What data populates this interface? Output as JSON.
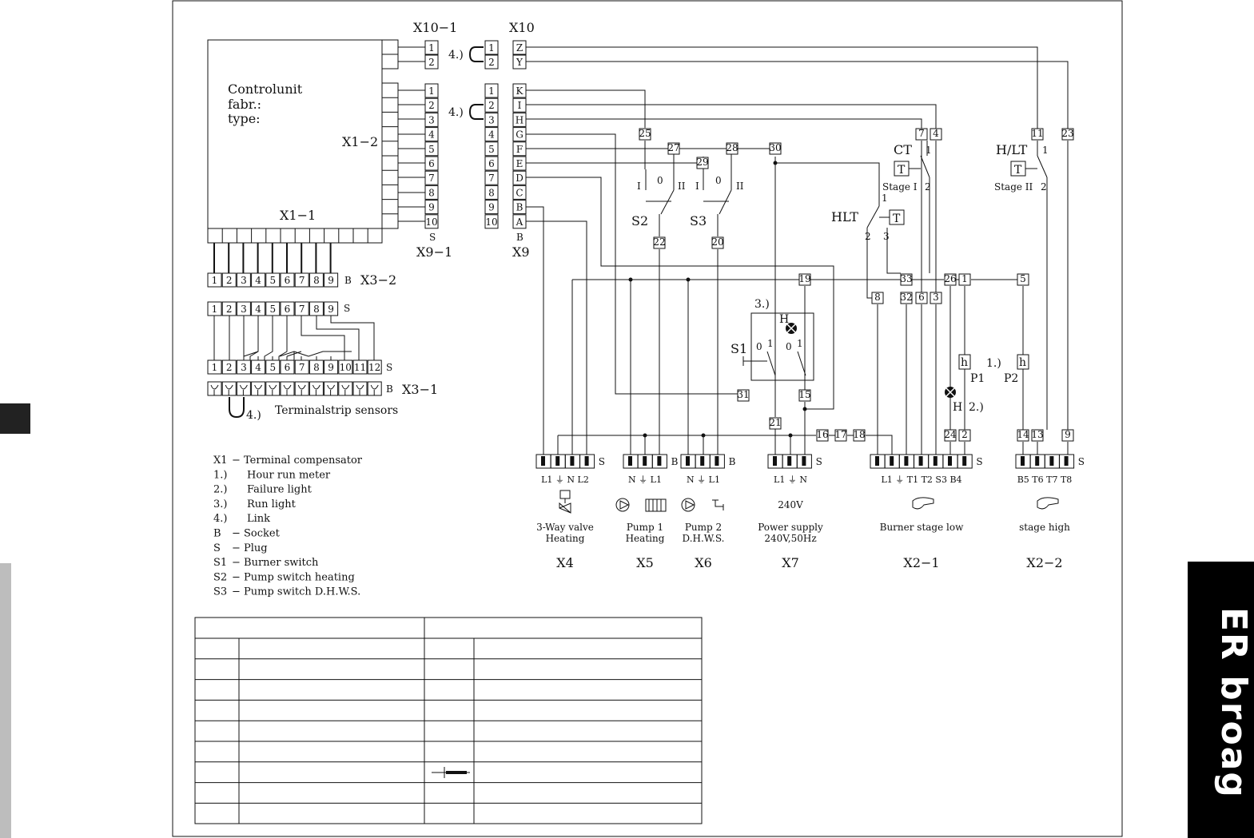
{
  "brand": "ER broag",
  "controlunit": {
    "title": "Controlunit",
    "fabr": "fabr.:",
    "type": "type:",
    "x1_1": "X1−1",
    "x1_2": "X1−2"
  },
  "connectors": {
    "x10_1": "X10−1",
    "x10": "X10",
    "x9_1": "X9−1",
    "x9": "X9",
    "x3_2": "X3−2",
    "x3_1": "X3−1",
    "x10_left_pins": [
      "1",
      "2"
    ],
    "x10_right_pins": [
      "Z",
      "Y"
    ],
    "x9_pin_numbers": [
      "1",
      "2",
      "3",
      "4",
      "5",
      "6",
      "7",
      "8",
      "9",
      "10"
    ],
    "x9_pin_letters": [
      "K",
      "I",
      "H",
      "G",
      "F",
      "E",
      "D",
      "C",
      "B",
      "A"
    ],
    "x3_2_pins": [
      "1",
      "2",
      "3",
      "4",
      "5",
      "6",
      "7",
      "8",
      "9"
    ],
    "x3_1_top_pins": [
      "1",
      "2",
      "3",
      "4",
      "5",
      "6",
      "7",
      "8",
      "9"
    ],
    "x3_1_pins": [
      "1",
      "2",
      "3",
      "4",
      "5",
      "6",
      "7",
      "8",
      "9",
      "10",
      "11",
      "12"
    ],
    "plug": "S",
    "socket": "B",
    "link": "4.)",
    "terminalstrip": "Terminalstrip sensors"
  },
  "components": {
    "s1": "S1",
    "s2": "S2",
    "s3": "S3",
    "hlt": "HLT",
    "ct": "CT",
    "hlt_stage2": "H/LT",
    "stage1": "Stage I",
    "stage2": "Stage II",
    "t_symbol": "T",
    "h_symbol": "H",
    "hm_symbol": "h",
    "p1": "P1",
    "p2": "P2",
    "note1": "1.)",
    "note2": "2.)",
    "note3": "3.)"
  },
  "terminals_numbered": [
    "25",
    "27",
    "28",
    "30",
    "29",
    "22",
    "20",
    "19",
    "31",
    "15",
    "21",
    "16",
    "17",
    "18",
    "8",
    "33",
    "32",
    "6",
    "3",
    "26",
    "1",
    "5",
    "24",
    "2",
    "14",
    "13",
    "9",
    "7",
    "4",
    "11",
    "23"
  ],
  "outputs": [
    {
      "id": "X4",
      "label1": "3-Way valve",
      "label2": "Heating",
      "pins": "L1 ⏚ N L2"
    },
    {
      "id": "X5",
      "label1": "Pump 1",
      "label2": "Heating",
      "pins": "N ⏚ L1"
    },
    {
      "id": "X6",
      "label1": "Pump 2",
      "label2": "D.H.W.S.",
      "pins": "N ⏚ L1"
    },
    {
      "id": "X7",
      "label1": "Power supply",
      "label2": "240V,50Hz",
      "pins": "L1 ⏚ N",
      "top": "240V"
    },
    {
      "id": "X2−1",
      "label1": "Burner stage low",
      "label2": "",
      "pins": "L1 ⏚  T1 T2 S3 B4"
    },
    {
      "id": "X2−2",
      "label1": "stage high",
      "label2": "",
      "pins": "B5 T6 T7 T8"
    }
  ],
  "legend": [
    {
      "k": "X1",
      "v": "−  Terminal compensator"
    },
    {
      "k": "1.)",
      "v": "Hour run meter"
    },
    {
      "k": "2.)",
      "v": "Failure light"
    },
    {
      "k": "3.)",
      "v": "Run light"
    },
    {
      "k": "4.)",
      "v": "Link"
    },
    {
      "k": "B",
      "v": "−  Socket"
    },
    {
      "k": "S",
      "v": "−  Plug"
    },
    {
      "k": "S1",
      "v": "−  Burner switch"
    },
    {
      "k": "S2",
      "v": "−  Pump switch heating"
    },
    {
      "k": "S3",
      "v": "−  Pump switch D.H.W.S."
    }
  ]
}
